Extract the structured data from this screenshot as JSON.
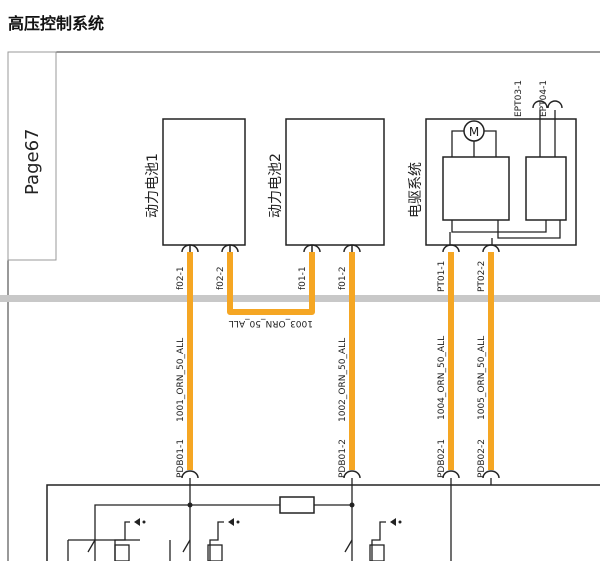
{
  "title": "高压控制系统",
  "page_label": "Page67",
  "components": {
    "battery1": "动力电池1",
    "battery2": "动力电池2",
    "drive": "电驱系统"
  },
  "connectors": {
    "f02_1": "f02-1",
    "f02_2": "f02-2",
    "f01_1": "f01-1",
    "f01_2": "f01-2",
    "pt01_1": "PT01-1",
    "pt02_2": "PT02-2",
    "ept03_1": "EPT03-1",
    "ept04_1": "EPT04-1",
    "pdb01_1a": "PDB01-1",
    "pdb01_2": "PDB01-2",
    "pdb02_1": "PDB02-1",
    "pdb02_2": "PDB02-2"
  },
  "wires": {
    "w1001": "1001_ORN_50_ALL",
    "w1002": "1002_ORN_50_ALL",
    "w1003": "1003_ORN_50_ALL",
    "w1004": "1004_ORN_50_ALL",
    "w1005": "1005_ORN_50_ALL"
  },
  "motor_symbol": "M",
  "colors": {
    "wire_orange": "#F5A623",
    "separator": "#C8C8C8"
  }
}
